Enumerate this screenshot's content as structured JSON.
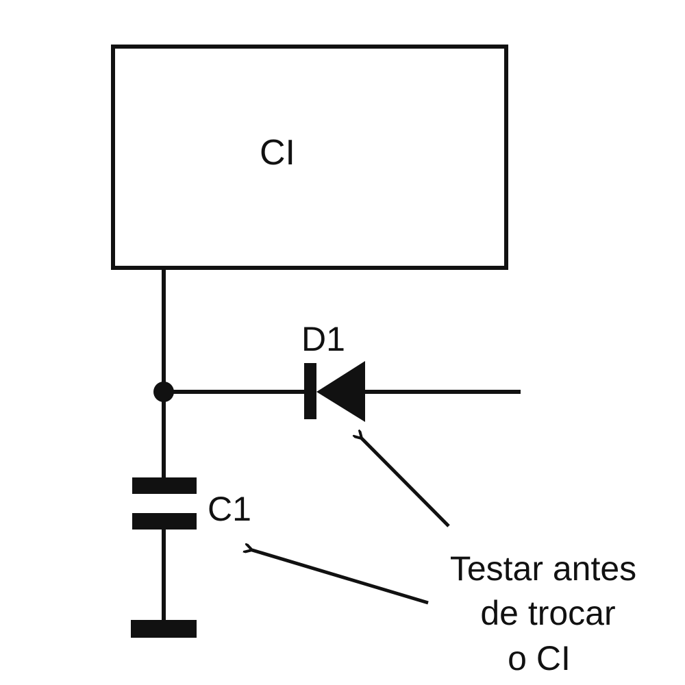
{
  "labels": {
    "ic": "CI",
    "diode": "D1",
    "capacitor": "C1",
    "note_line1": "Testar antes",
    "note_line2": "de trocar",
    "note_line3": "o CI"
  },
  "colors": {
    "stroke": "#111111",
    "background": "#ffffff"
  }
}
